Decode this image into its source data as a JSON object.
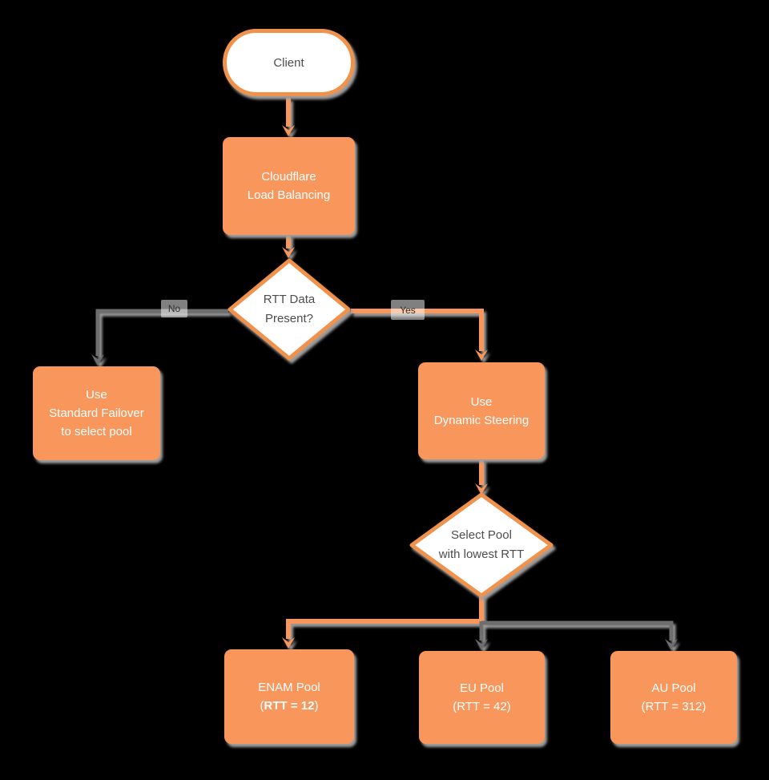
{
  "colors": {
    "background": "#000000",
    "node_fill": "#F8965C",
    "node_stroke": "#F0914C",
    "node_fill_light": "#FFFFFF",
    "connector_highlight": "#F8965C",
    "connector_gray": "#6E6E6E",
    "text_dark": "#4D4D4D",
    "text_light": "#FFFFFF",
    "shadow": "#9E9E9E"
  },
  "nodes": {
    "client": {
      "label": "Client"
    },
    "load_balancer": {
      "line1": "Cloudflare",
      "line2": "Load Balancing"
    },
    "rtt_decision": {
      "line1": "RTT Data",
      "line2": "Present?"
    },
    "standard_failover": {
      "line1": "Use",
      "line2": "Standard Failover",
      "line3": "to select pool"
    },
    "dynamic_steering": {
      "line1": "Use",
      "line2": "Dynamic Steering"
    },
    "select_pool": {
      "line1": "Select Pool",
      "line2": "with lowest RTT"
    },
    "enam_pool": {
      "line1": "ENAM Pool",
      "rtt_prefix": "(",
      "rtt_bold": "RTT = 12",
      "rtt_suffix": ")"
    },
    "eu_pool": {
      "line1": "EU Pool",
      "line2": "(RTT = 42)"
    },
    "au_pool": {
      "line1": "AU Pool",
      "line2": "(RTT = 312)"
    }
  },
  "edge_labels": {
    "no": "No",
    "yes": "Yes"
  }
}
